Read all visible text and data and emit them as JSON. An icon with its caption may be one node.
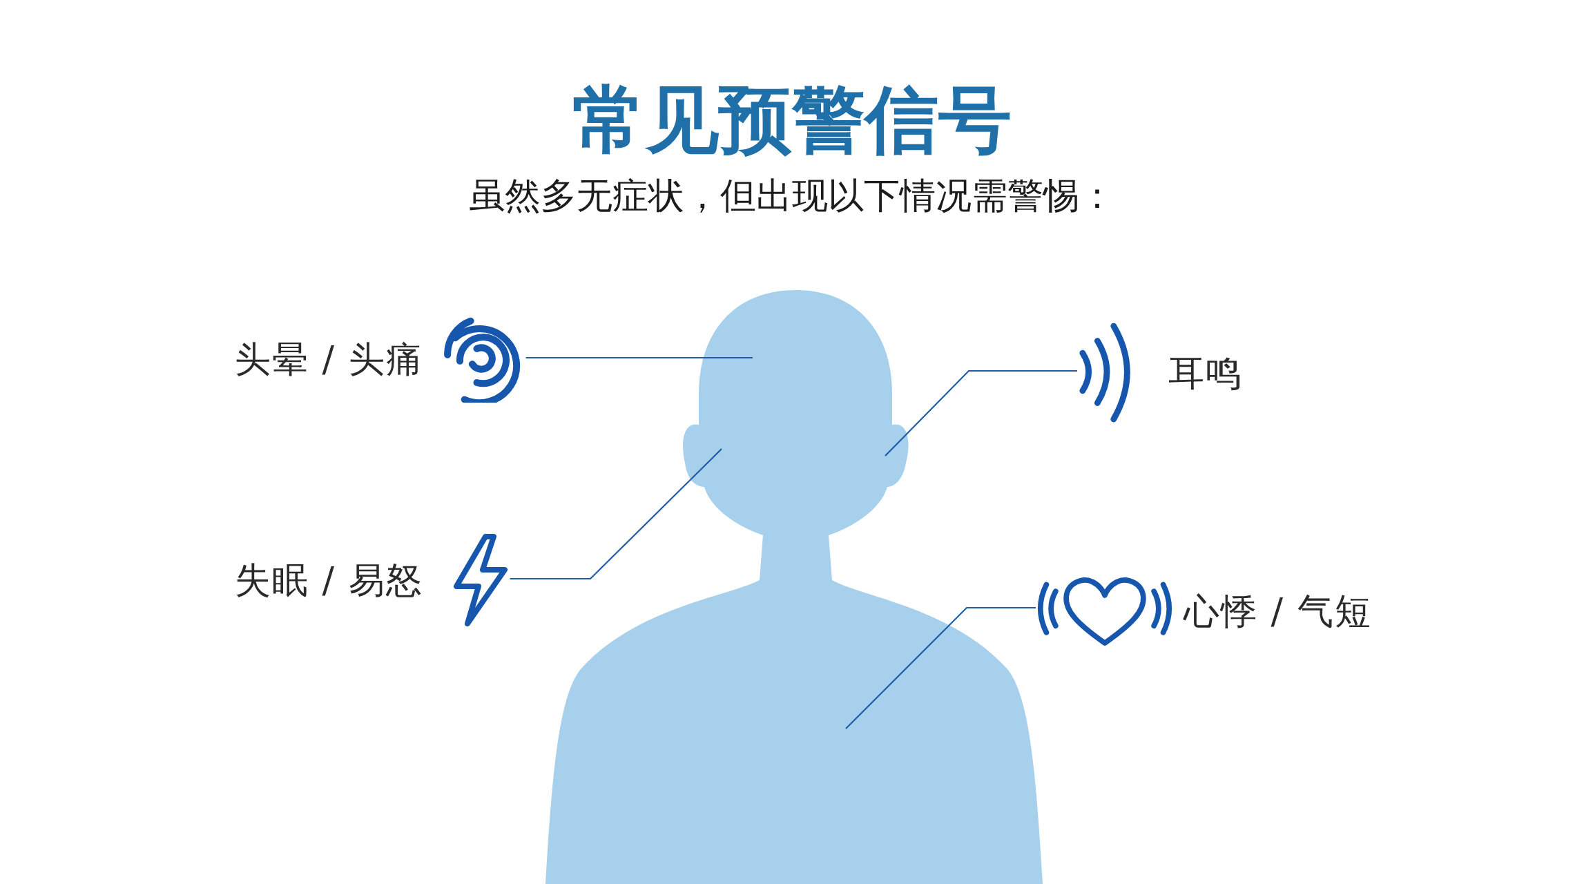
{
  "diagram": {
    "title": "常见预警信号",
    "nodes": [
      {
        "text": [
          "头晕 / 头痛"
        ]
      },
      {
        "text": [
          "耳鸣"
        ]
      },
      {
        "text": [
          "失眠 / 易怒"
        ]
      },
      {
        "text": [
          "心悸 / 气短"
        ]
      },
      {
        "text": [],
        "shape": "person"
      }
    ],
    "edges": [
      {
        "from": 0,
        "to": 4,
        "arrow": "none"
      },
      {
        "from": 1,
        "to": 4,
        "arrow": "none"
      },
      {
        "from": 2,
        "to": 4,
        "arrow": "none"
      },
      {
        "from": 3,
        "to": 4,
        "arrow": "none"
      }
    ],
    "labels": [
      "虽然多无症状，但出现以下情况需警惕："
    ]
  }
}
